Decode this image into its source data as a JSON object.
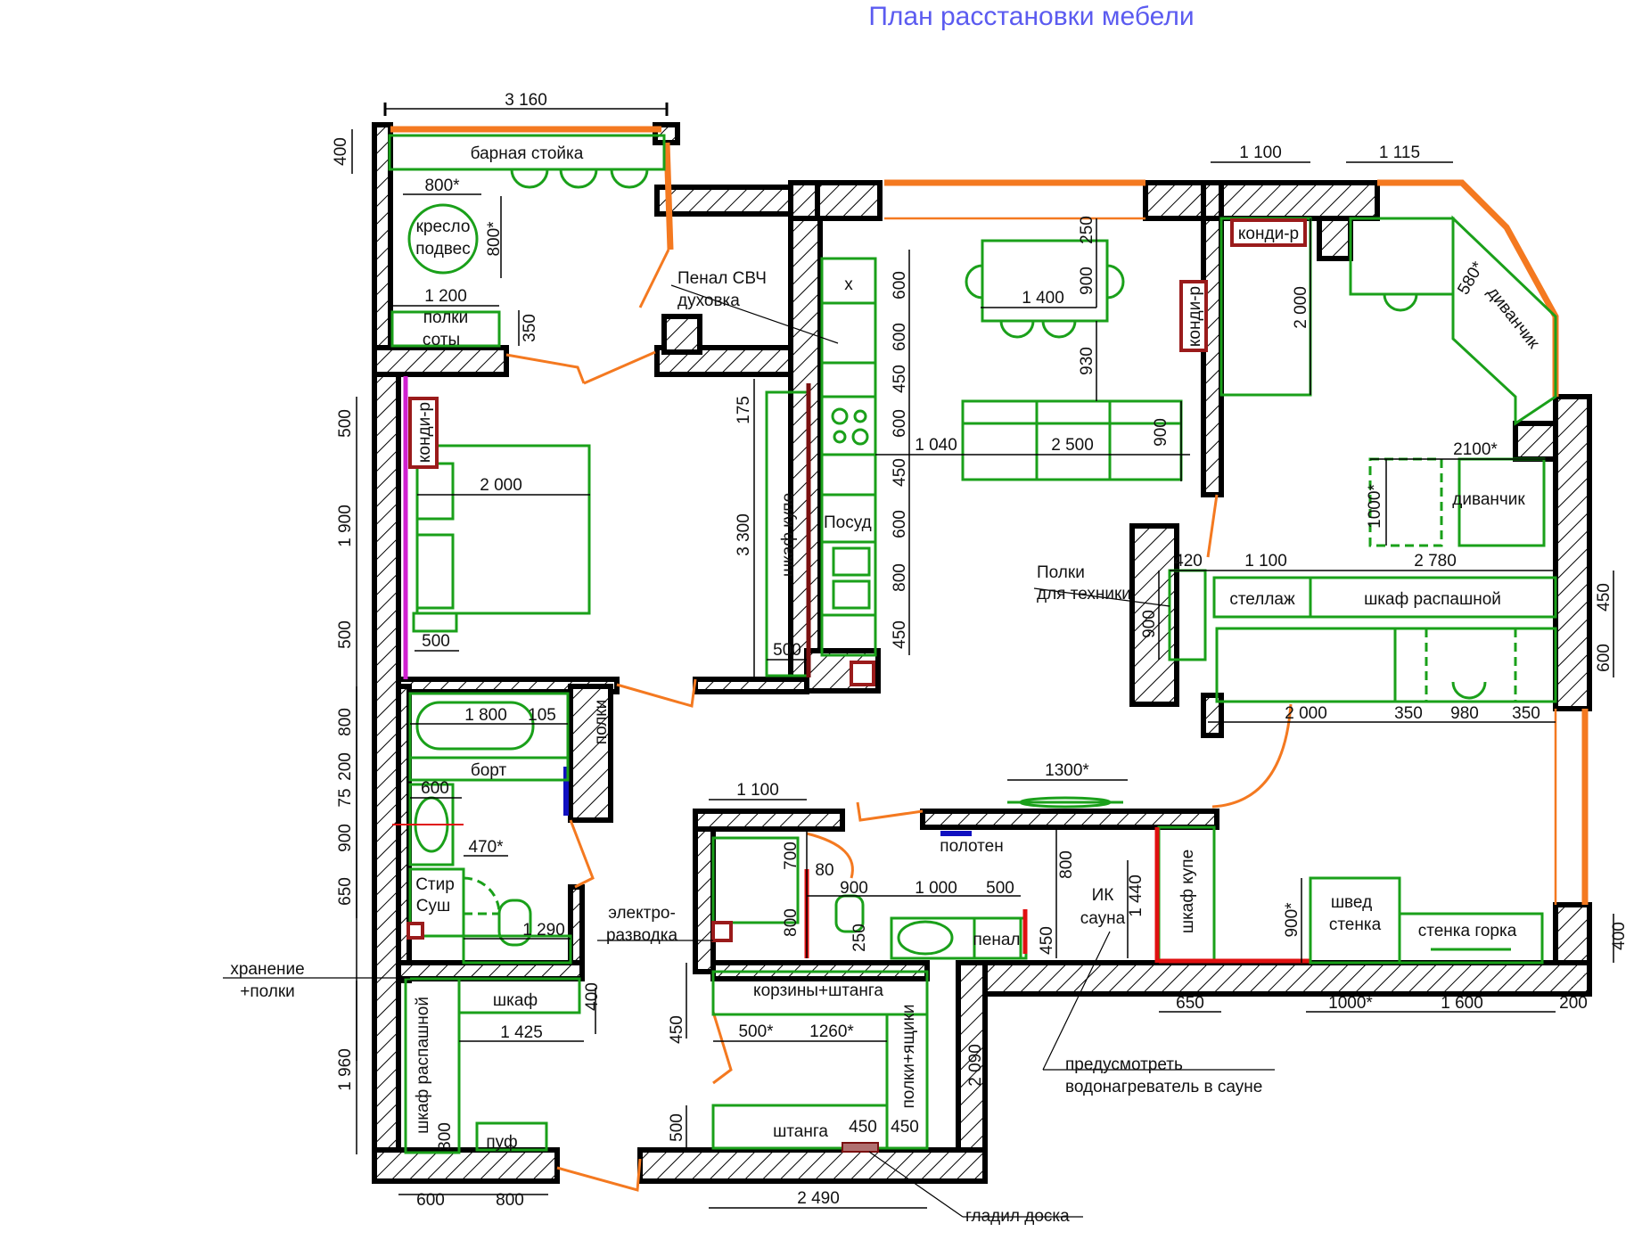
{
  "title": "План расстановки мебели",
  "labels": {
    "bar": "барная стойка",
    "armchair_1": "кресло",
    "armchair_2": "подвес",
    "shelves_1": "полки",
    "shelves_2": "соты",
    "oven_1": "Пенал СВЧ",
    "oven_2": "духовка",
    "cond_bedroom": "конди-р",
    "cond_living": "конди-р",
    "cond_room": "конди-р",
    "wardrobe_kupe": "шкаф купе",
    "dishes": "Посуд",
    "sofa_small": "диванчик",
    "sofa_small2": "диванчик",
    "shelves_tech_1": "Полки",
    "shelves_tech_2": "для техники",
    "rack": "стеллаж",
    "wardrobe_swing": "шкаф распашной",
    "bath_shelves": "полки",
    "bath_rim": "борт",
    "dryer_1": "Стир",
    "dryer_2": "Суш",
    "storage_1": "хранение",
    "storage_2": "+полки",
    "wiring_1": "электро-",
    "wiring_2": "разводка",
    "towel": "полотен",
    "sauna_1": "ИК",
    "sauna_2": "сауна",
    "wardrobe_kupe2": "шкаф купе",
    "swedish_1": "швед",
    "swedish_2": "стенка",
    "wall_slide": "стенка горка",
    "cabinet": "шкаф",
    "wardrobe_swing2": "шкаф распашной",
    "pouf": "пуф",
    "baskets": "корзины+штанга",
    "rod": "штанга",
    "shelves_drawers": "полки+ящики",
    "pencil": "пенал",
    "heater_1": "предусмотреть",
    "heater_2": "водонагреватель в сауне",
    "ironing": "гладил доска"
  },
  "dims": {
    "d3160": "3 160",
    "d400a": "400",
    "d800s": "800*",
    "d800sv": "800*",
    "d1200": "1 200",
    "d350a": "350",
    "d500a": "500",
    "d1900": "1 900",
    "d500b": "500",
    "d2000a": "2 000",
    "d500c": "500",
    "d175": "175",
    "d3300": "3 300",
    "d500d": "500",
    "d600a": "600",
    "d600b": "600",
    "d450a": "450",
    "d600c": "600",
    "d450b": "450",
    "d600d": "600",
    "d800a": "800",
    "d450c": "450",
    "d250": "250",
    "d900a": "900",
    "d1400": "1 400",
    "d930": "930",
    "d1040": "1 040",
    "d2500": "2 500",
    "d900b": "900",
    "d1100a": "1 100",
    "d1115": "1 115",
    "d2000b": "2 000",
    "d580": "580*",
    "d2100": "2100*",
    "d1000s": "1000*",
    "d420": "420",
    "d1100b": "1 100",
    "d2780": "2 780",
    "d900c": "900",
    "d450d": "450",
    "d600e": "600",
    "d2000c": "2 000",
    "d350b": "350",
    "d980": "980",
    "d350c": "350",
    "d800b": "800",
    "d1800": "1 800",
    "d105": "105",
    "d200": "200",
    "d75": "75",
    "d600f": "600",
    "d900d": "900",
    "d470": "470*",
    "d650a": "650",
    "d1290": "1 290",
    "d1100c": "1 100",
    "d700": "700",
    "d80": "80",
    "d900e": "900",
    "d800c": "800",
    "d250b": "250",
    "d1000": "1 000",
    "d500e": "500",
    "d450e": "450",
    "d1300": "1300*",
    "d800d": "800",
    "d1440": "1 440",
    "d900s": "900*",
    "d400b": "400",
    "d1960": "1 960",
    "d1425": "1 425",
    "d300": "300",
    "d600g": "600",
    "d800e": "800",
    "d450f": "450",
    "d500s": "500*",
    "d1260": "1260*",
    "d500g": "500",
    "d450g": "450",
    "d450h": "450",
    "d2490": "2 490",
    "d2090": "2 090",
    "d650b": "650",
    "d1000s2": "1000*",
    "d1600": "1 600",
    "d200b": "200",
    "d400c": "400"
  }
}
